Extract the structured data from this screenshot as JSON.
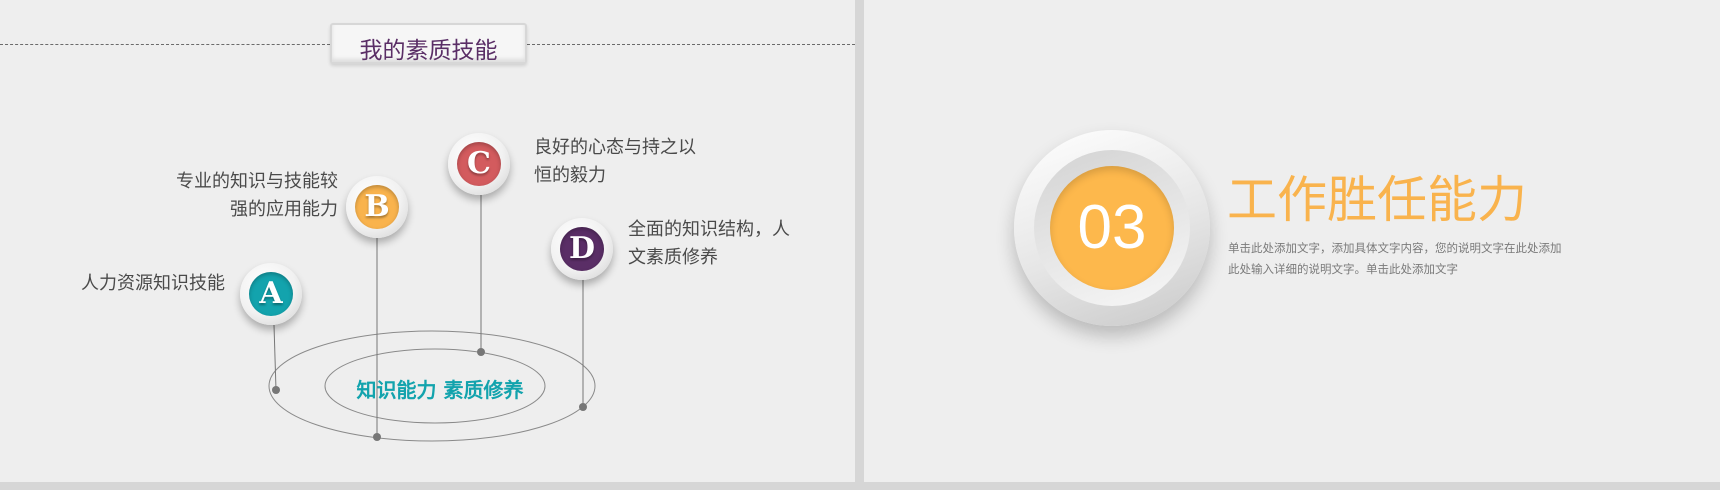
{
  "left_slide": {
    "title": "我的素质技能",
    "center_text": "知识能力 素质修养",
    "items": [
      {
        "letter": "A",
        "color": "#13a3ad",
        "text_lines": [
          "人力资源知识技能"
        ]
      },
      {
        "letter": "B",
        "color": "#f9b34d",
        "text_lines": [
          "专业的知识与技能较",
          "强的应用能力"
        ]
      },
      {
        "letter": "C",
        "color": "#d35b5e",
        "text_lines": [
          "良好的心态与持之以",
          "恒的毅力"
        ]
      },
      {
        "letter": "D",
        "color": "#5a2e66",
        "text_lines": [
          "全面的知识结构，人",
          "文素质修养"
        ]
      }
    ]
  },
  "right_slide": {
    "number": "03",
    "heading": "工作胜任能力",
    "description_lines": [
      "单击此处添加文字，添加具体文字内容，您的说明文字在此处添加",
      "此处输入详细的说明文字。单击此处添加文字"
    ],
    "accent_color": "#f9b34d"
  }
}
